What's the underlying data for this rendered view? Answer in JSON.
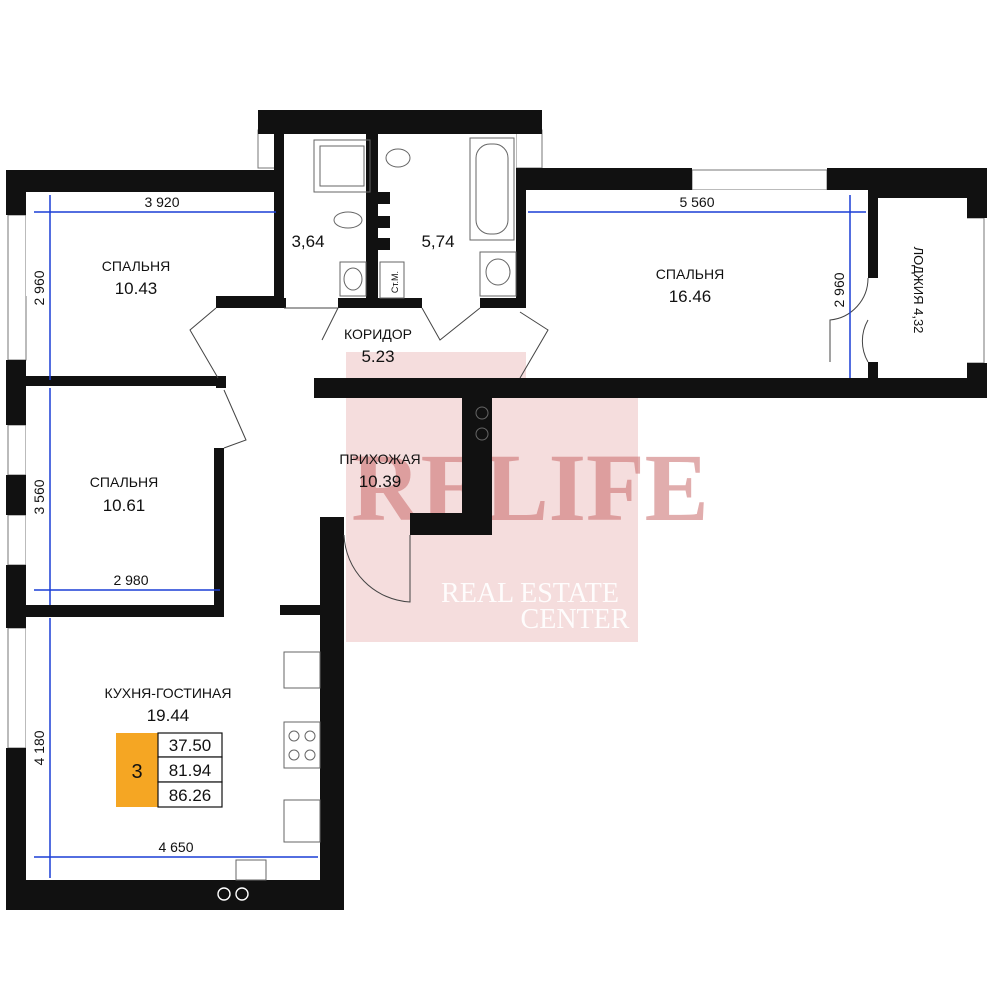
{
  "rooms": {
    "bedroom1": {
      "name": "СПАЛЬНЯ",
      "area": "10.43"
    },
    "bedroom2": {
      "name": "СПАЛЬНЯ",
      "area": "10.61"
    },
    "bedroom3": {
      "name": "СПАЛЬНЯ",
      "area": "16.46"
    },
    "kitchen": {
      "name": "КУХНЯ-ГОСТИНАЯ",
      "area": "19.44"
    },
    "corridor": {
      "name": "КОРИДОР",
      "area": "5.23"
    },
    "hallway": {
      "name": "ПРИХОЖАЯ",
      "area": "10.39"
    },
    "bath1": {
      "area": "3,64"
    },
    "bath2": {
      "area": "5,74"
    },
    "loggia": {
      "label": "ЛОДЖИЯ 4,32"
    },
    "washer": {
      "label": "Ст.М."
    }
  },
  "dimensions": {
    "bed1_w": "3 920",
    "bed1_h": "2 960",
    "bed2_w": "2 980",
    "bed2_h": "3 560",
    "bed3_w": "5 560",
    "bed3_h": "2 960",
    "kitchen_w": "4 650",
    "kitchen_h": "4 180"
  },
  "summary": {
    "room_count": "3",
    "living_area": "37.50",
    "total_area": "81.94",
    "total_with_loggia": "86.26"
  },
  "watermark": {
    "brand": "RELIFE",
    "line1": "REAL ESTATE",
    "line2": "CENTER"
  },
  "colors": {
    "wall": "#111111",
    "dimension": "#1a3fd6",
    "badge": "#f5a623",
    "watermark": "#e8b3b3"
  }
}
